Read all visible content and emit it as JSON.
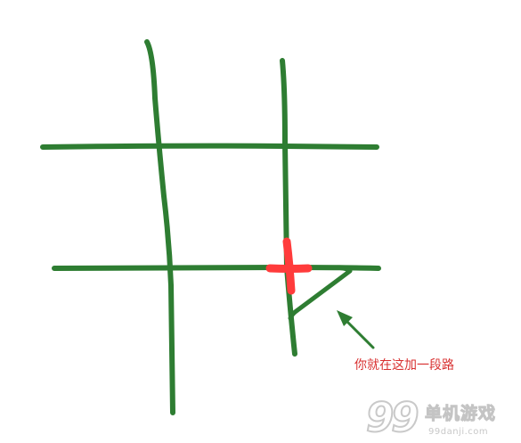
{
  "annotation": {
    "text": "你就在这加一段路",
    "color": "#d83030"
  },
  "colors": {
    "road": "#2e7d32",
    "marker": "#ff3b3b",
    "background": "#ffffff"
  },
  "watermark": {
    "number": "99",
    "name": "单机游戏",
    "site": "99danji.com"
  }
}
